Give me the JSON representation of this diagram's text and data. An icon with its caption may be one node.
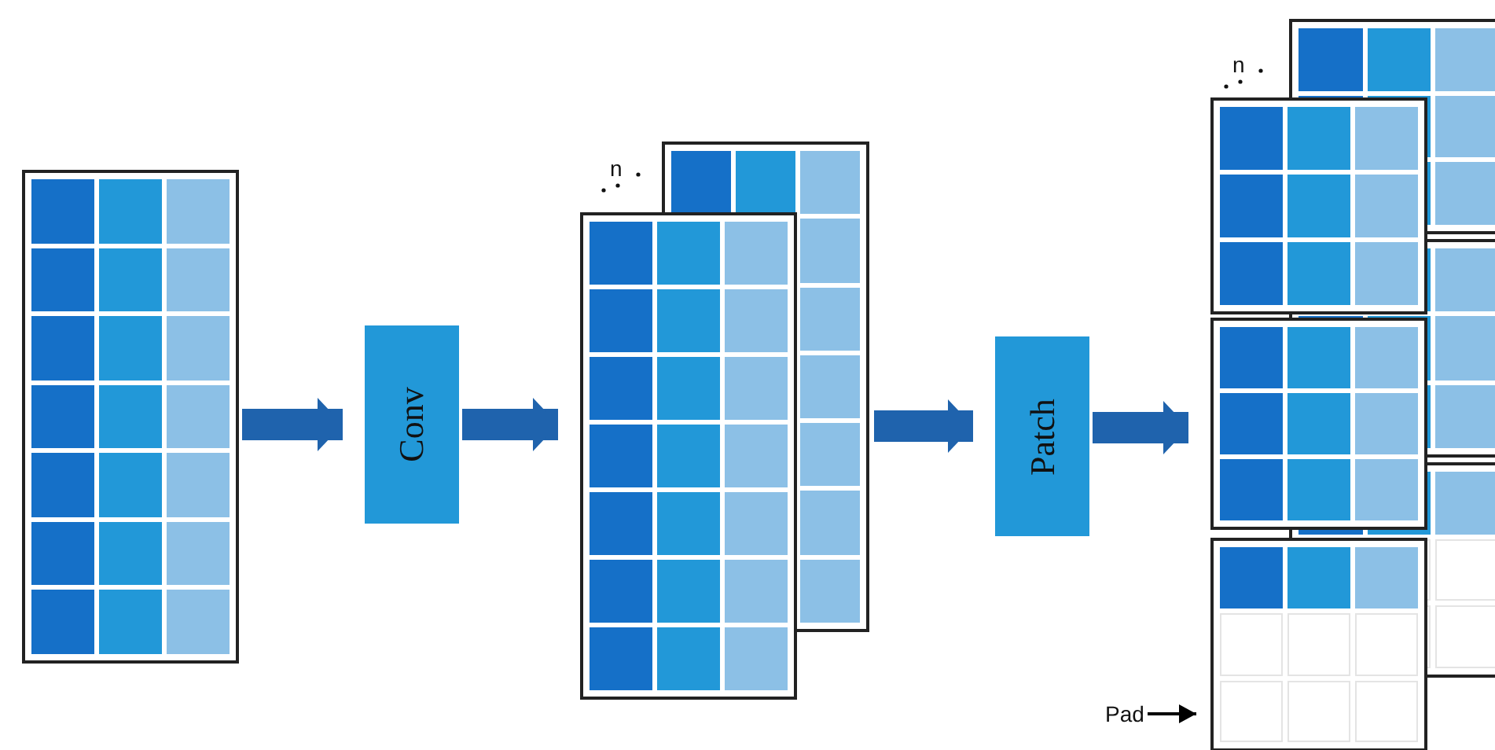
{
  "diagram": {
    "nodes": [
      {
        "text": [],
        "shape": "box"
      },
      {
        "text": [
          "Conv"
        ]
      },
      {
        "text": [],
        "shape": "box"
      },
      {
        "text": [
          "Patch"
        ]
      },
      {
        "text": [],
        "shape": "box"
      },
      {
        "text": [],
        "shape": "box"
      },
      {
        "text": [],
        "shape": "box"
      },
      {
        "text": [
          "Pad"
        ]
      }
    ],
    "edges": [
      {
        "from": 0,
        "to": 1,
        "arrow": "to"
      },
      {
        "from": 1,
        "to": 2,
        "arrow": "to"
      },
      {
        "from": 2,
        "to": 3,
        "arrow": "to"
      },
      {
        "from": 3,
        "to": 5,
        "arrow": "to"
      },
      {
        "from": 7,
        "to": 6,
        "arrow": "to",
        "color": "#000000"
      }
    ],
    "labels": [
      "n",
      "n"
    ]
  }
}
